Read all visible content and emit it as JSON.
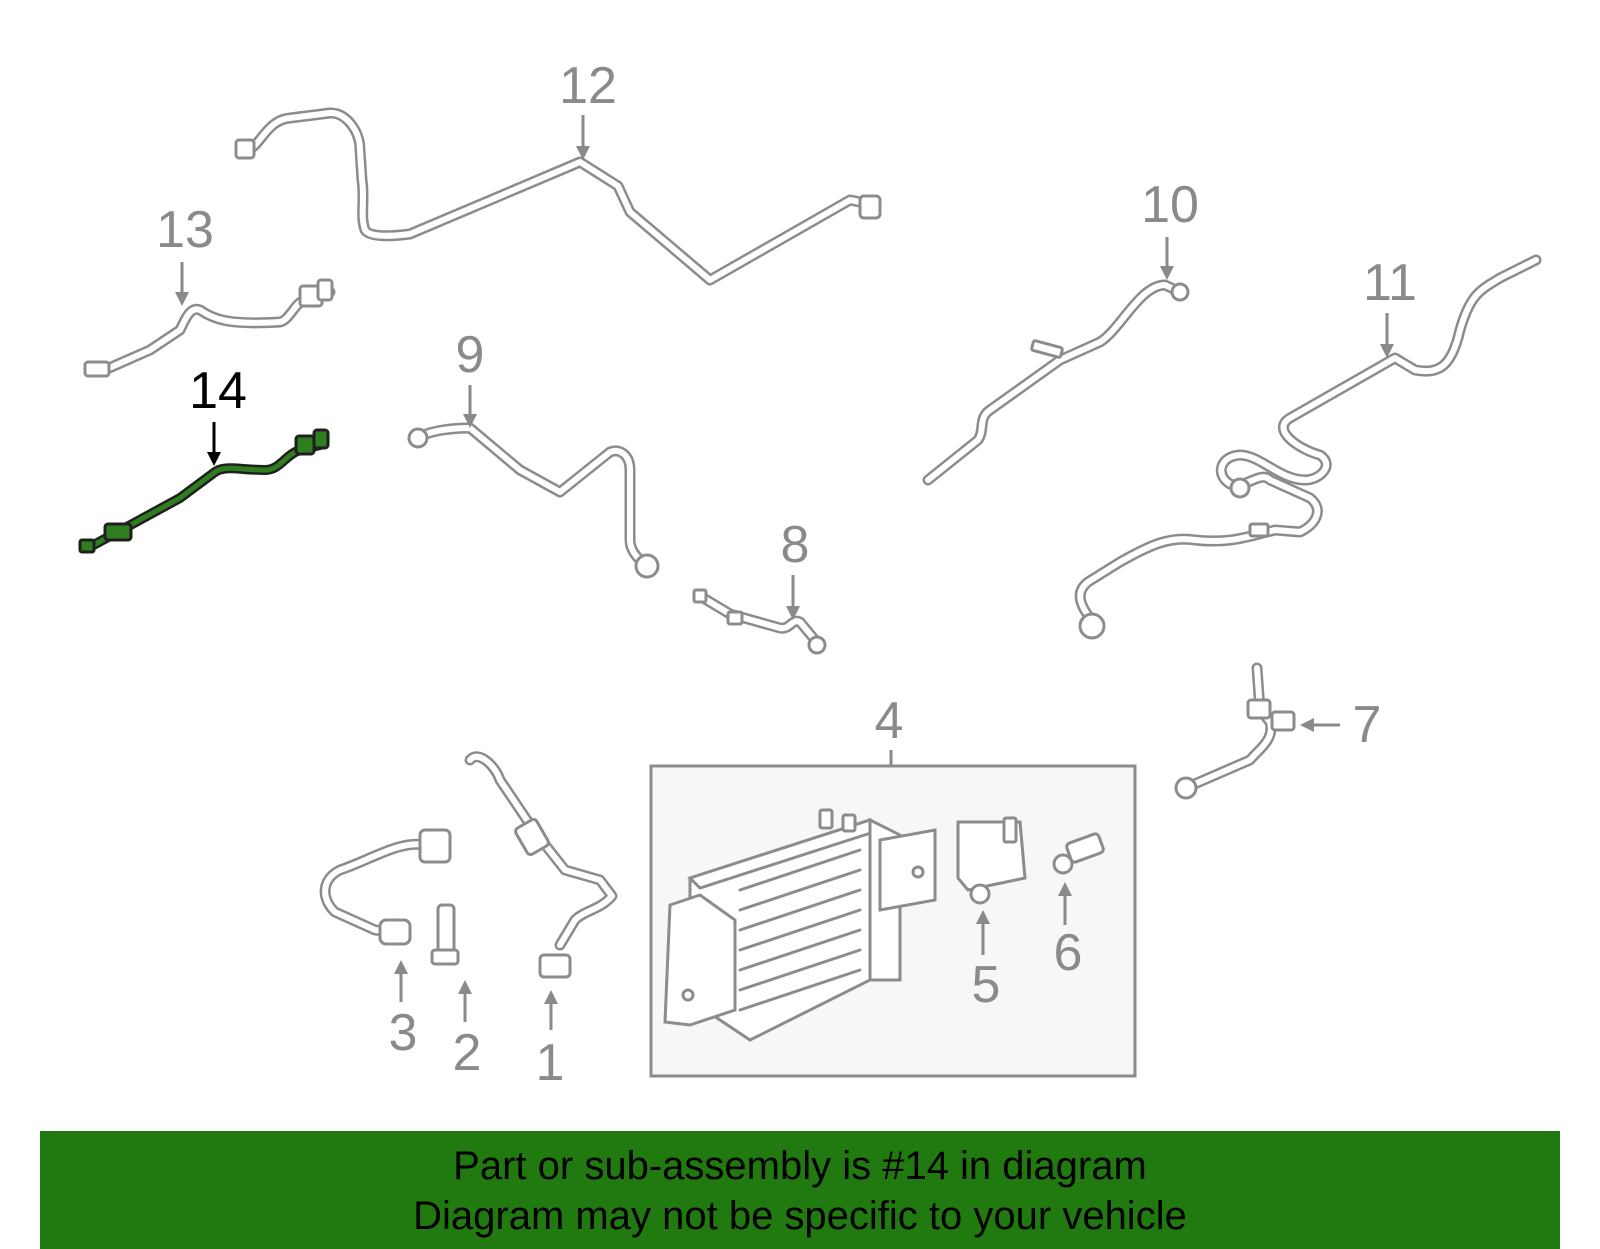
{
  "diagram": {
    "callouts": {
      "c1": "1",
      "c2": "2",
      "c3": "3",
      "c4": "4",
      "c5": "5",
      "c6": "6",
      "c7": "7",
      "c8": "8",
      "c9": "9",
      "c10": "10",
      "c11": "11",
      "c12": "12",
      "c13": "13",
      "c14": "14"
    },
    "highlighted_part": "14",
    "colors": {
      "highlight": "#2e7d1f",
      "part_line": "#8c8c8c",
      "banner_bg": "#217a10"
    }
  },
  "banner": {
    "line1": "Part or sub-assembly is #14 in diagram",
    "line2": "Diagram may not be specific to your vehicle"
  }
}
